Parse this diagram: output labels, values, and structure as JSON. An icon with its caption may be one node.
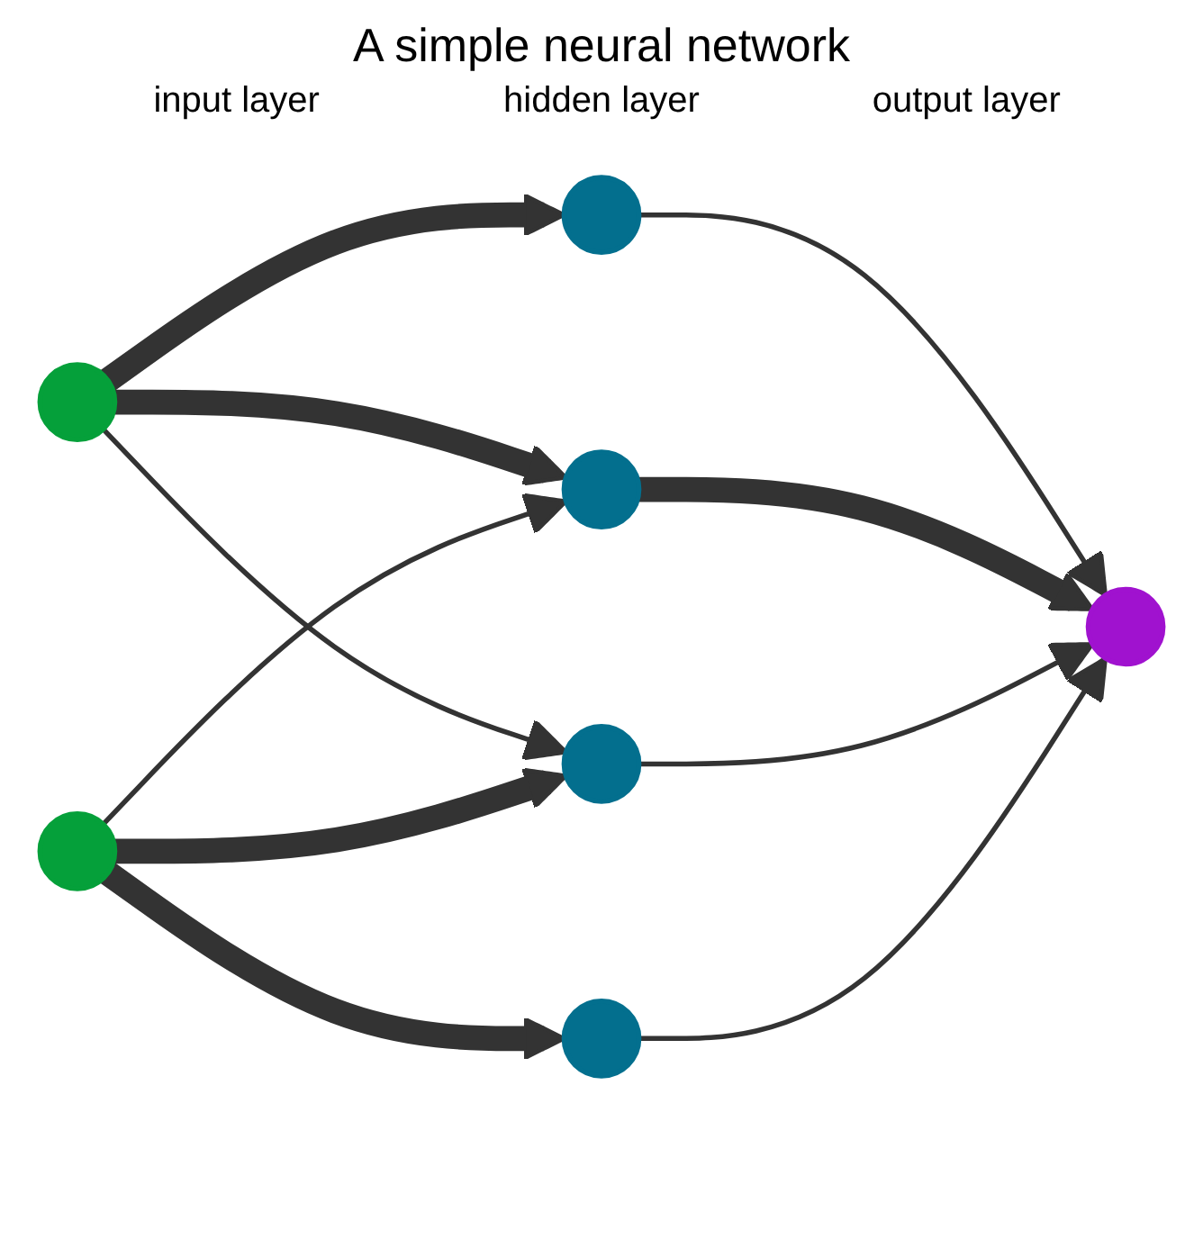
{
  "diagram": {
    "title": "A simple neural network",
    "nodes": [
      {
        "text": [],
        "shape": "circle"
      },
      {
        "text": [],
        "shape": "circle"
      },
      {
        "text": [],
        "shape": "circle"
      },
      {
        "text": [],
        "shape": "circle"
      },
      {
        "text": [],
        "shape": "circle"
      },
      {
        "text": [],
        "shape": "circle"
      },
      {
        "text": [],
        "shape": "circle"
      }
    ],
    "edges": [
      {
        "from": 0,
        "to": 2,
        "arrow": "to",
        "style": "thick"
      },
      {
        "from": 0,
        "to": 3,
        "arrow": "to",
        "style": "thick"
      },
      {
        "from": 0,
        "to": 4,
        "arrow": "to"
      },
      {
        "from": 1,
        "to": 3,
        "arrow": "to"
      },
      {
        "from": 1,
        "to": 4,
        "arrow": "to",
        "style": "thick"
      },
      {
        "from": 1,
        "to": 5,
        "arrow": "to",
        "style": "thick"
      },
      {
        "from": 2,
        "to": 6,
        "arrow": "to"
      },
      {
        "from": 3,
        "to": 6,
        "arrow": "to",
        "style": "thick"
      },
      {
        "from": 4,
        "to": 6,
        "arrow": "to"
      },
      {
        "from": 5,
        "to": 6,
        "arrow": "to"
      }
    ],
    "labels": [
      "input layer",
      "hidden layer",
      "output layer"
    ]
  }
}
